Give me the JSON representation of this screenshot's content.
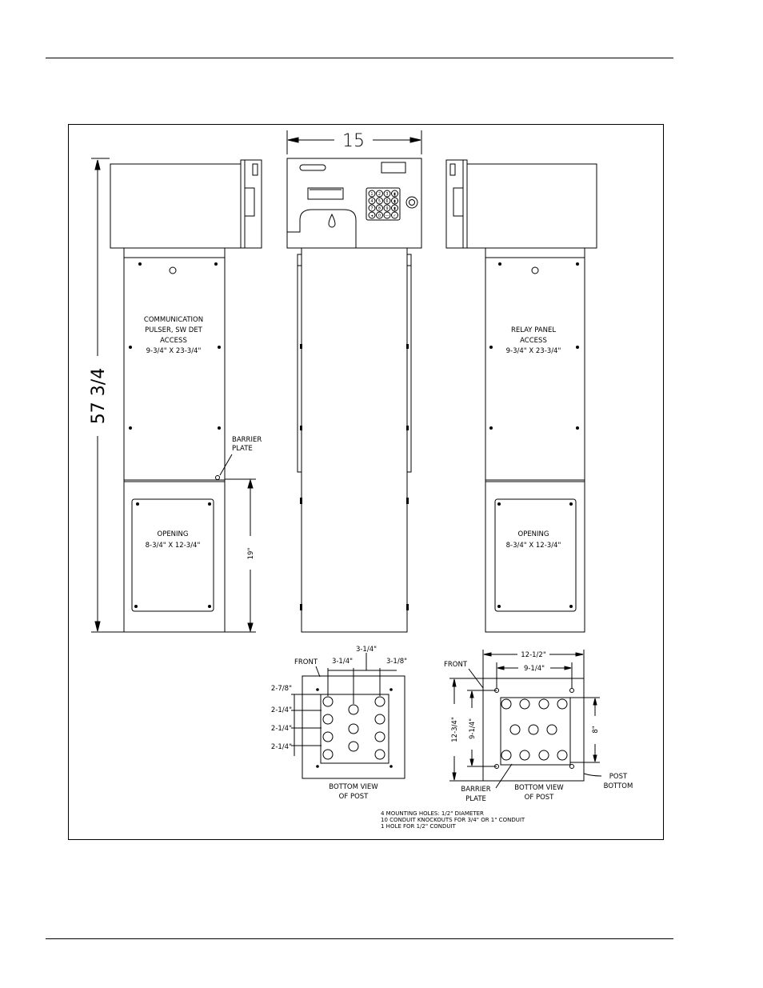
{
  "drawing": {
    "overall_width": "15",
    "overall_height": "57 3/4",
    "left_panel": {
      "line1": "COMMUNICATION",
      "line2": "PULSER, SW DET",
      "line3": "ACCESS",
      "line4": "9-3/4\" X 23-3/4\""
    },
    "right_panel": {
      "line1": "RELAY PANEL",
      "line2": "ACCESS",
      "line3": "9-3/4\" X 23-3/4\""
    },
    "opening": {
      "line1": "OPENING",
      "line2": "8-3/4\" X 12-3/4\""
    },
    "barrier_plate": {
      "line1": "BARRIER",
      "line2": "PLATE"
    },
    "dim_19": "19\"",
    "keypad_keys": [
      "1",
      "2",
      "3",
      "▮",
      "4",
      "5",
      "6",
      "▮",
      "7",
      "8",
      "9",
      "▮",
      "◂",
      "0",
      "—",
      "✓"
    ],
    "bottom_left": {
      "front": "FRONT",
      "d_3_1_4_top": "3-1/4\"",
      "d_3_1_4": "3-1/4\"",
      "d_3_1_8": "3-1/8\"",
      "d_2_7_8": "2-7/8\"",
      "d_2_1_4_a": "2-1/4\"",
      "d_2_1_4_b": "2-1/4\"",
      "d_2_1_4_c": "2-1/4\"",
      "caption1": "BOTTOM VIEW",
      "caption2": "OF POST"
    },
    "bottom_right": {
      "front": "FRONT",
      "d_12_1_2": "12-1/2\"",
      "d_9_1_4_top": "9-1/4\"",
      "d_12_3_4": "12-3/4\"",
      "d_9_1_4_side": "9-1/4\"",
      "d_8": "8\"",
      "barrier1": "BARRIER",
      "barrier2": "PLATE",
      "caption1": "BOTTOM VIEW",
      "caption2": "OF POST",
      "post1": "POST",
      "post2": "BOTTOM"
    },
    "notes": [
      "4 MOUNTING HOLES: 1/2\" DIAMETER",
      "10 CONDUIT KNOCKOUTS FOR 3/4\" OR 1\" CONDUIT",
      "1 HOLE FOR 1/2\" CONDUIT"
    ]
  }
}
